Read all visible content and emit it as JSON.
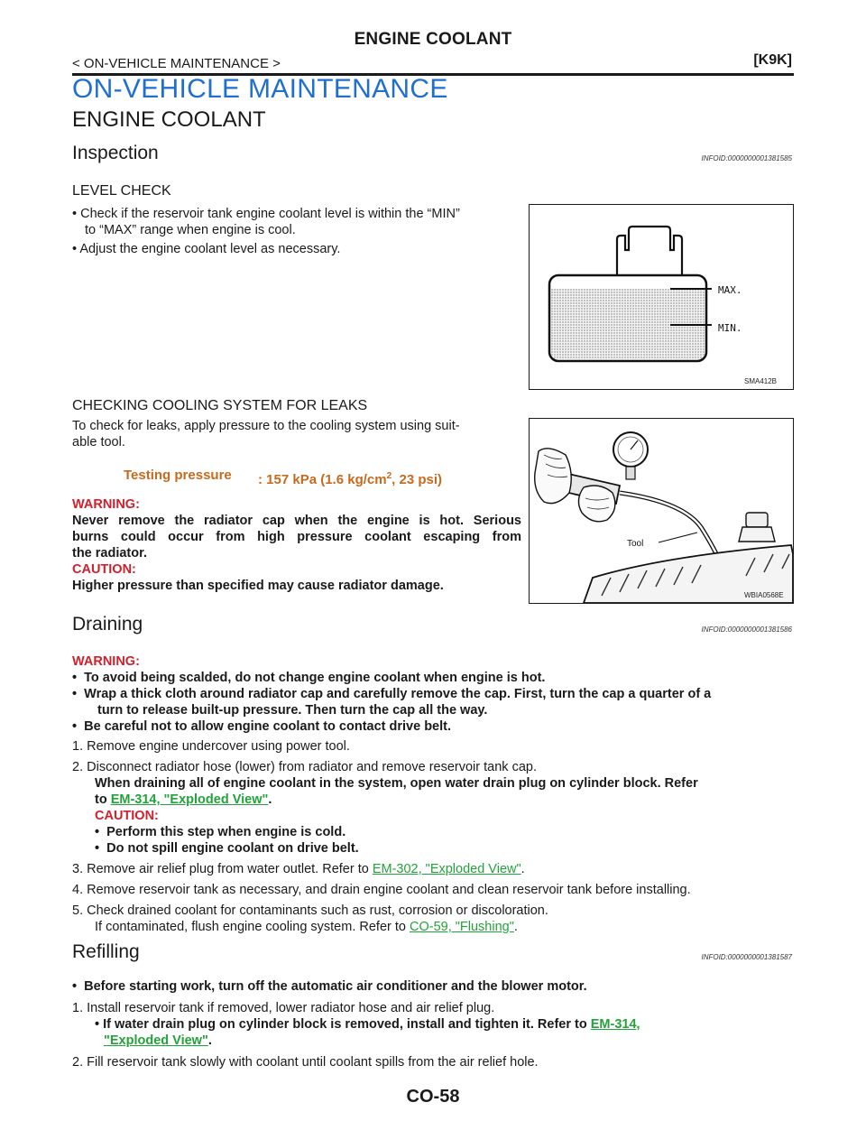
{
  "header": {
    "title": "ENGINE COOLANT",
    "breadcrumb": "< ON-VEHICLE MAINTENANCE >",
    "code": "[K9K]"
  },
  "section_title": "ON-VEHICLE MAINTENANCE",
  "subsection_title": "ENGINE COOLANT",
  "inspection": {
    "title": "Inspection",
    "infoid": "INFOID:0000000001381585",
    "level_check_title": "LEVEL CHECK",
    "bullet1_line1": "Check if the reservoir tank engine coolant level is within the “MIN”",
    "bullet1_line2": "to “MAX” range when engine is cool.",
    "bullet2": "Adjust the engine coolant level as necessary.",
    "fig1_max": "MAX.",
    "fig1_min": "MIN.",
    "fig1_code": "SMA412B",
    "leaks_title": "CHECKING COOLING SYSTEM FOR LEAKS",
    "leaks_text_line1": "To check for leaks, apply pressure to the cooling system using suit-",
    "leaks_text_line2": "able tool.",
    "spec_label": "Testing pressure",
    "spec_value_pre": ": 157 kPa (1.6 kg/cm",
    "spec_value_sup": "2",
    "spec_value_post": ", 23 psi)",
    "warning_label": "WARNING:",
    "warning_line1": "Never remove the radiator cap when the engine is hot. Serious",
    "warning_line2": "burns could occur from high pressure coolant escaping from",
    "warning_line3": "the radiator.",
    "caution_label": "CAUTION:",
    "caution_text": "Higher pressure than specified may cause radiator damage.",
    "fig2_tool": "Tool",
    "fig2_code": "WBIA0568E"
  },
  "draining": {
    "title": "Draining",
    "infoid": "INFOID:0000000001381586",
    "warning_label": "WARNING:",
    "w1": "To avoid being scalded, do not change engine coolant when engine is hot.",
    "w2_line1": "Wrap a thick cloth around radiator cap and carefully remove the cap. First, turn the cap a quarter of a",
    "w2_line2": "turn to release built-up pressure. Then turn the cap all the way.",
    "w3": "Be careful not to allow engine coolant to contact drive belt.",
    "s1": "1.   Remove engine undercover using power tool.",
    "s2": "2.   Disconnect radiator hose (lower) from radiator and remove reservoir tank cap.",
    "s2_bold_line1": "When draining all of engine coolant in the system, open water drain plug on cylinder block. Refer",
    "s2_bold_pre": "to ",
    "s2_link": "EM-314, \"Exploded View\"",
    "s2_bold_post": ".",
    "s2_caution_label": "CAUTION:",
    "s2_c1": "Perform this step when engine is cold.",
    "s2_c2": "Do not spill engine coolant on drive belt.",
    "s3_pre": "3.   Remove air relief plug from water outlet. Refer to ",
    "s3_link": "EM-302, \"Exploded View\"",
    "s3_post": ".",
    "s4": "4.   Remove reservoir tank as necessary, and drain engine coolant and clean reservoir tank before installing.",
    "s5": "5.   Check drained coolant for contaminants such as rust, corrosion or discoloration.",
    "s5_line2_pre": "If contaminated, flush engine cooling system. Refer to ",
    "s5_link": "CO-59, \"Flushing\"",
    "s5_post": "."
  },
  "refilling": {
    "title": "Refilling",
    "infoid": "INFOID:0000000001381587",
    "b1": "Before starting work, turn off the automatic air conditioner and the blower motor.",
    "s1": "1.   Install reservoir tank if removed, lower radiator hose and air relief plug.",
    "s1_sub_pre": "If water drain plug on cylinder block is removed, install and tighten it. Refer to ",
    "s1_sub_link1": "EM-314,",
    "s1_sub_link2": "\"Exploded View\"",
    "s1_sub_post": ".",
    "s2": "2.   Fill reservoir tank slowly with coolant until coolant spills from the air relief hole."
  },
  "footer": {
    "page": "CO-58"
  }
}
